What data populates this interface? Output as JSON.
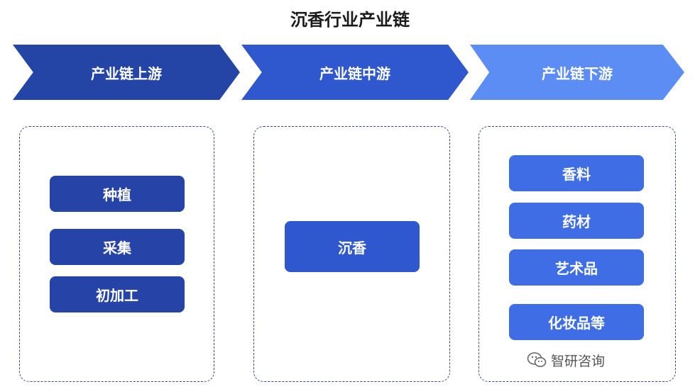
{
  "title": "沉香行业产业链",
  "stages": [
    {
      "label": "产业链上游",
      "color": "#2545a6"
    },
    {
      "label": "产业链中游",
      "color": "#2f58cf"
    },
    {
      "label": "产业链下游",
      "color": "#5c8df5"
    }
  ],
  "upstream": [
    "种植",
    "采集",
    "初加工"
  ],
  "midstream": [
    "沉香"
  ],
  "downstream": [
    "香料",
    "药材",
    "艺术品",
    "化妆品等"
  ],
  "watermark": {
    "text": "智研咨询",
    "icon": "wechat-icon"
  }
}
